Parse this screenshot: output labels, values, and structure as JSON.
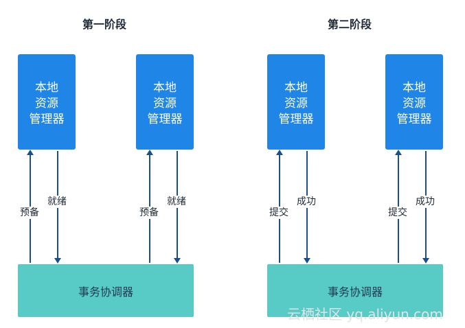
{
  "phase1": {
    "title": "第一阶段",
    "rm_left": {
      "line1": "本地",
      "line2": "资源",
      "line3": "管理器"
    },
    "rm_right": {
      "line1": "本地",
      "line2": "资源",
      "line3": "管理器"
    },
    "up_label": "预备",
    "down_label": "就绪",
    "coordinator": "事务协调器"
  },
  "phase2": {
    "title": "第二阶段",
    "rm_left": {
      "line1": "本地",
      "line2": "资源",
      "line3": "管理器"
    },
    "rm_right": {
      "line1": "本地",
      "line2": "资源",
      "line3": "管理器"
    },
    "up_label": "提交",
    "down_label": "成功",
    "coordinator": "事务协调器"
  },
  "colors": {
    "resource_manager": "#1f86e8",
    "coordinator": "#59cbc6",
    "arrow": "#1a4f8c"
  },
  "watermark": "云栖社区 yq.aliyun.com"
}
